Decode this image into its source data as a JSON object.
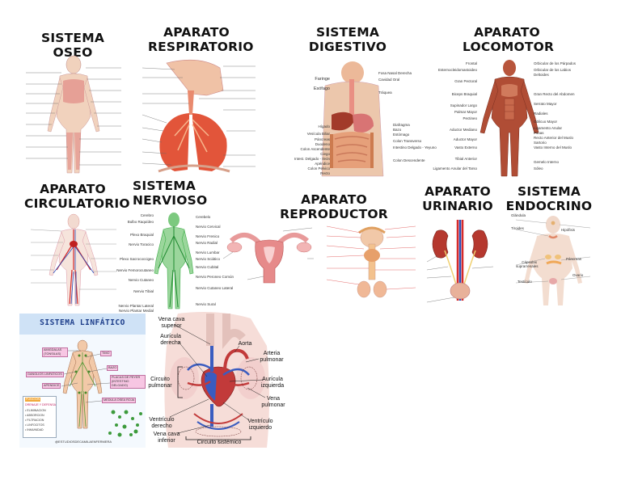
{
  "titles": {
    "oseo": "SISTEMA OSEO",
    "respiratorio_1": "APARATO",
    "respiratorio_2": "RESPIRATORIO",
    "digestivo_1": "SISTEMA",
    "digestivo_2": "DIGESTIVO",
    "locomotor_1": "APARATO",
    "locomotor_2": "LOCOMOTOR",
    "circulatorio_1": "APARATO",
    "circulatorio_2": "CIRCULATORIO",
    "nervioso_1": "SISTEMA",
    "nervioso_2": "NERVIOSO",
    "reproductor": "APARATO REPRODUCTOR",
    "urinario_1": "APARATO",
    "urinario_2": "URINARIO",
    "endocrino_1": "SISTEMA",
    "endocrino_2": "ENDOCRINO"
  },
  "digestivo_labels": {
    "left": [
      "Faringe",
      "Esófago",
      "Hígado",
      "Vesícula Biliar",
      "Páncreas",
      "Duodeno",
      "Colon Ascendente",
      "Ciego",
      "Intest. Delgado - Ileón",
      "Apéndice",
      "Colon Pelvico",
      "Recto"
    ],
    "right": [
      "Fosa Nasal Derecha",
      "Cavidad Oral",
      "Tráquea",
      "Diafragma",
      "Bazo",
      "Estómago",
      "Colon Transverso",
      "Intestino Delgado - Yeyuno",
      "Colon Descendente"
    ]
  },
  "locomotor_labels": {
    "left": [
      "Frontal",
      "Esternocleidomastoideo",
      "Gran Pectoral",
      "Biceps Braquial",
      "Supinador Largo",
      "Palmar Mayor",
      "Pectineo",
      "Aductor Mediano",
      "Aductor Mayor",
      "Vasto Externo",
      "Tibial Anterior",
      "Ligamento Anular del Tarso"
    ],
    "right": [
      "Orbicular de los Párpados",
      "Orbicular de los Labios",
      "Deltoides",
      "Gran Recto del Abdomen",
      "Serrato Mayor",
      "Radiales",
      "Oblicuo Mayor",
      "Ligamento Anular",
      "Psoas",
      "Recto Anterior del Muslo",
      "Sartorio",
      "Vasto Interno del Muslo",
      "Gemelo Interno",
      "Sóleo"
    ]
  },
  "nervioso_labels": {
    "left": [
      "Cerebro",
      "Bulbo Raquídeo",
      "Plexo Braquial",
      "Nervio Toracico",
      "Plexo Sacrococcigeo",
      "Nervio Femorocutaneo",
      "Nervio Cutaneo",
      "Nervio Tibial",
      "Nervio Plantar Lateral",
      "Nervio Plantar Medial"
    ],
    "right": [
      "Cerebelo",
      "Nervio Cervical",
      "Nervio Frenico",
      "Nervio Radial",
      "Nervio Lumbar",
      "Nervio Sciático",
      "Nervio Cubital",
      "Nervio Peroneo Común",
      "Nervio Cutaneo Lateral",
      "Nervio Sural"
    ]
  },
  "endocrino_labels": [
    "Glándula",
    "Tiroides",
    "Hipófisis",
    "Cápsulas suprarrenales",
    "Páncreas",
    "Testículo",
    "Ovario"
  ],
  "linfatico": {
    "title": "SISTEMA LINFÁTICO",
    "tags": [
      "AMIGDALAS (TONSILAS)",
      "TIMO",
      "GANGLIOS LINFATICOS",
      "BAZO",
      "APENDICE",
      "PLACAS DE PEYER (INTESTINO DELGADO)",
      "MEDULA OSEA ROJA"
    ],
    "box_title": "FUNCION",
    "box_items": [
      "DRENAJE Y DEFENSA",
      "• ELIMINACION",
      "• ABSORCION",
      "• FILTRACION",
      "• LINFOCITOS",
      "• INMUNIDAD"
    ],
    "credit": "@ESTUDIOSDECAMILAENFERMERA"
  },
  "circulacion": {
    "labels": [
      "Vena cava superior",
      "Aurícula derecha",
      "Aorta",
      "Arteria pulmonar",
      "Circuito pulmonar",
      "Aurícula izquierda",
      "Vena pulmonar",
      "Ventrículo derecho",
      "Ventrículo izquierdo",
      "Vena cava inferior",
      "Circuito sistémico"
    ]
  },
  "colors": {
    "skin": "#f2c9a8",
    "muscle": "#c0543a",
    "artery": "#d72a2a",
    "vein": "#2b4fb8",
    "nerve": "#3fae4a",
    "bone": "#e9e2d4",
    "lymph_bg": "#e6f0fa",
    "lymph_tag": "#f7c6e3",
    "lymph_title": "#1c3d8a"
  }
}
